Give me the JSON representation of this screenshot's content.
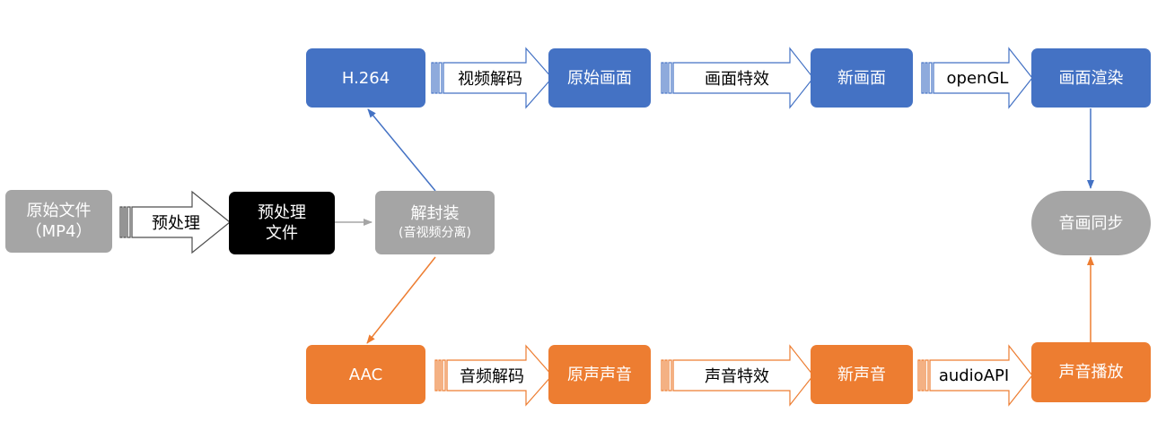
{
  "colors": {
    "video": "#4472C4",
    "audio": "#ED7D31",
    "source": "#A5A5A5",
    "preprocessed": "#000000",
    "arrow_outline": "#4D4D4D"
  },
  "source": {
    "line1": "原始文件",
    "line2": "（MP4）"
  },
  "preprocess_step": "预处理",
  "preprocessed": {
    "line1": "预处理",
    "line2": "文件"
  },
  "demux": {
    "line1": "解封装",
    "line2": "(音视频分离)"
  },
  "video": {
    "codec": "H.264",
    "decode_step": "视频解码",
    "raw_frame": "原始画面",
    "effect_step": "画面特效",
    "new_frame": "新画面",
    "render_step": "openGL",
    "render": "画面渲染"
  },
  "audio": {
    "codec": "AAC",
    "decode_step": "音频解码",
    "raw_sound": "原声声音",
    "effect_step": "声音特效",
    "new_sound": "新声音",
    "play_step": "audioAPI",
    "play": "声音播放"
  },
  "sync": "音画同步"
}
